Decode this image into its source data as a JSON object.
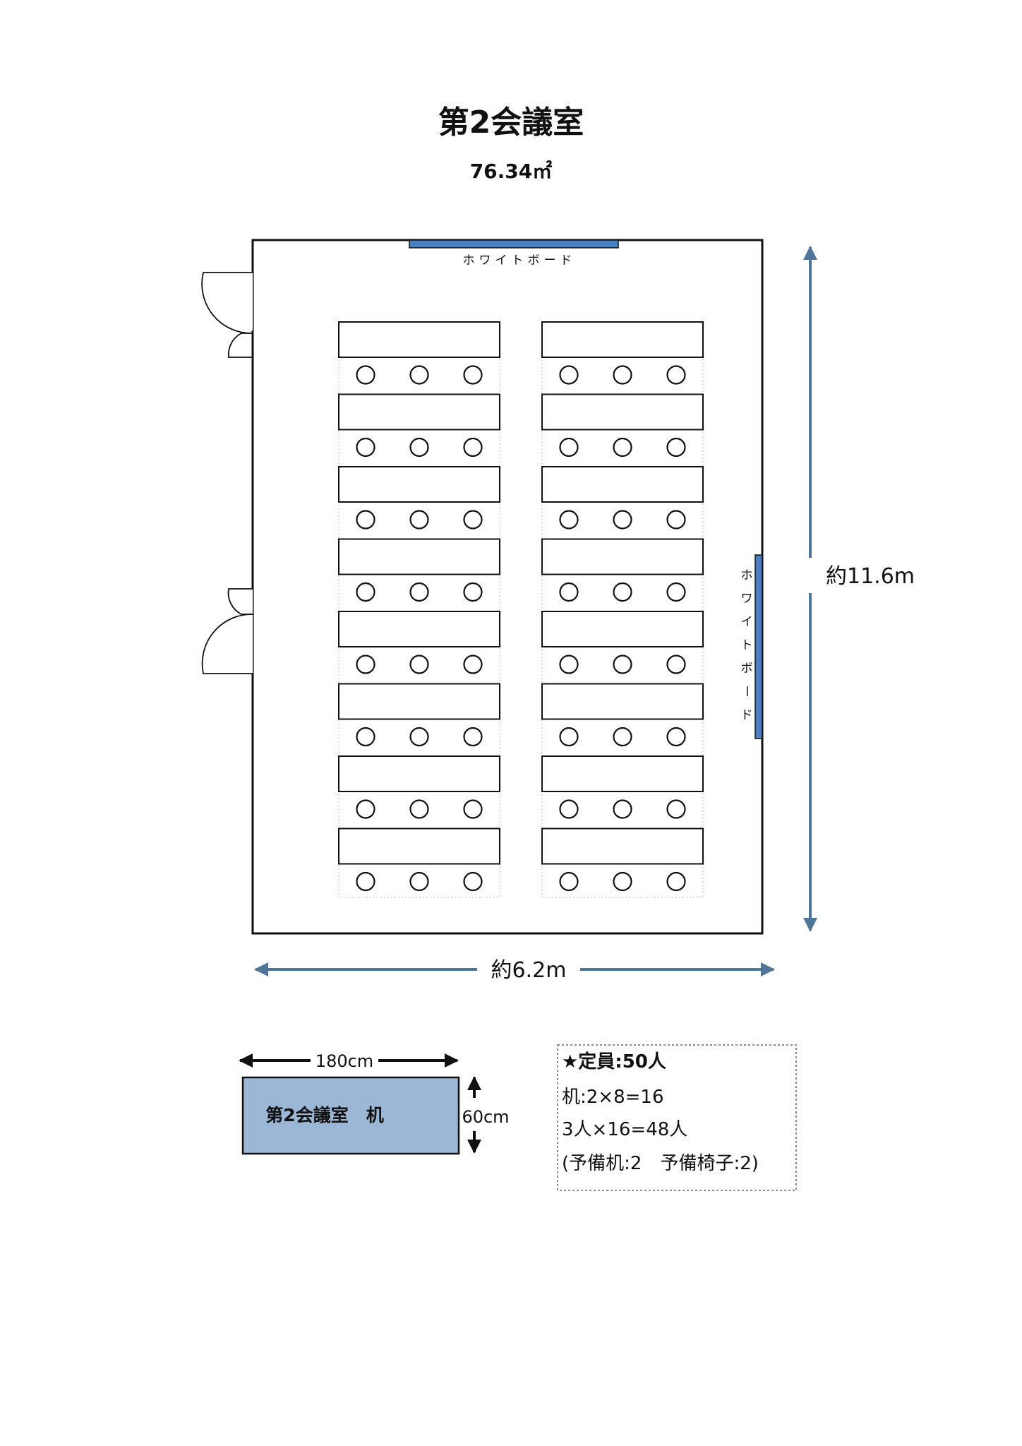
{
  "title": "第2会議室",
  "area": "76.34㎡",
  "whiteboard_top": "ホワイトボード",
  "whiteboard_right": "ホワイトボード",
  "dims": {
    "height": "約11.6m",
    "width": "約6.2m"
  },
  "desk_sample": {
    "label": "第2会議室　机",
    "width": "180cm",
    "depth": "60cm"
  },
  "info": {
    "capacity": "★定員:50人",
    "desks": "机:2×8=16",
    "seats": "3人×16=48人",
    "spare": "(予備机:2　予備椅子:2)"
  },
  "layout": {
    "desk_rows": 8,
    "desk_columns": 2,
    "chairs_per_desk": 3
  },
  "colors": {
    "whiteboard": "#4a7fc1",
    "arrow": "#4f7599",
    "desk_sample_fill": "#9bb7d5",
    "line": "#111111"
  }
}
